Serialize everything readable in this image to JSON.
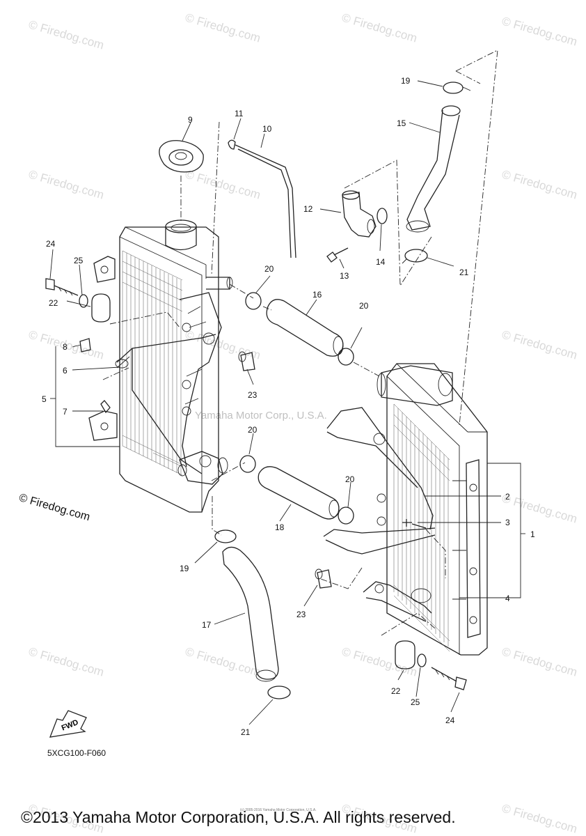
{
  "watermark": {
    "text": "Firedog.com",
    "symbol": "©"
  },
  "credit_text": "© Firedog.com",
  "center_watermark": "Yamaha Motor Corp., U.S.A.",
  "fwd_label": "FWD",
  "diagram_code": "5XCG100-F060",
  "fine_print": "(c) 2005-2016 Yamaha Motor Corporation, U.S.A.",
  "copyright": "©2013 Yamaha Motor Corporation, U.S.A. All rights reserved.",
  "callouts": {
    "c1": "1",
    "c2": "2",
    "c3": "3",
    "c4": "4",
    "c5": "5",
    "c6": "6",
    "c7": "7",
    "c8": "8",
    "c9": "9",
    "c10": "10",
    "c11": "11",
    "c12": "12",
    "c13": "13",
    "c14": "14",
    "c15": "15",
    "c16": "16",
    "c17": "17",
    "c18": "18",
    "c19a": "19",
    "c19b": "19",
    "c20a": "20",
    "c20b": "20",
    "c20c": "20",
    "c20d": "20",
    "c21a": "21",
    "c21b": "21",
    "c22a": "22",
    "c22b": "22",
    "c23a": "23",
    "c23b": "23",
    "c24a": "24",
    "c24b": "24",
    "c25a": "25",
    "c25b": "25"
  },
  "colors": {
    "line": "#222222",
    "watermark": "#d9d9d9"
  }
}
